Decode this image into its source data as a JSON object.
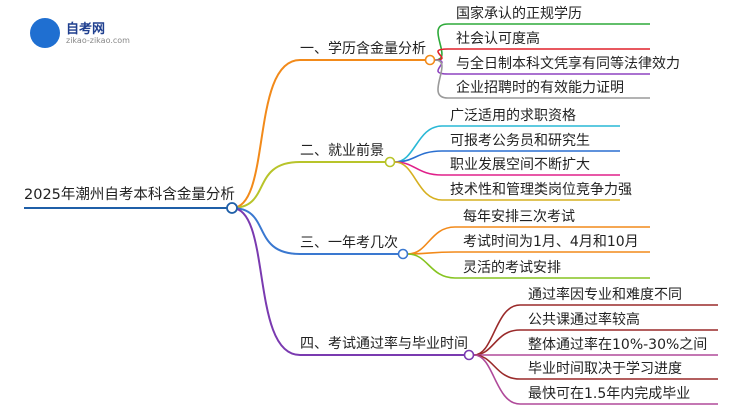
{
  "logo": {
    "title": "自考网",
    "url": "zikao-zikao.com"
  },
  "root": {
    "label": "2025年潮州自考本科含金量分析"
  },
  "branches": [
    {
      "label": "一、学历含金量分析",
      "color": "#f28a1a",
      "children": [
        {
          "label": "国家承认的正规学历",
          "color": "#2eaa3a"
        },
        {
          "label": "社会认可度高",
          "color": "#e0202a"
        },
        {
          "label": "与全日制本科文凭享有同等法律效力",
          "color": "#8e44c0"
        },
        {
          "label": "企业招聘时的有效能力证明",
          "color": "#9a9a9a"
        }
      ]
    },
    {
      "label": "二、就业前景",
      "color": "#b8c42a",
      "children": [
        {
          "label": "广泛适用的求职资格",
          "color": "#29b8d6"
        },
        {
          "label": "可报考公务员和研究生",
          "color": "#2a6fd0"
        },
        {
          "label": "职业发展空间不断扩大",
          "color": "#e0208a"
        },
        {
          "label": "技术性和管理类岗位竞争力强",
          "color": "#d6b020"
        }
      ]
    },
    {
      "label": "三、一年考几次",
      "color": "#3a78d0",
      "children": [
        {
          "label": "每年安排三次考试",
          "color": "#f28a1a"
        },
        {
          "label": "考试时间为1月、4月和10月",
          "color": "#f28a1a"
        },
        {
          "label": "灵活的考试安排",
          "color": "#86c420"
        }
      ]
    },
    {
      "label": "四、考试通过率与毕业时间",
      "color": "#7a3ab0",
      "children": [
        {
          "label": "通过率因专业和难度不同",
          "color": "#9a2a2a"
        },
        {
          "label": "公共课通过率较高",
          "color": "#9a2a2a"
        },
        {
          "label": "整体通过率在10%-30%之间",
          "color": "#b04a9a"
        },
        {
          "label": "毕业时间取决于学习进度",
          "color": "#9a2a2a"
        },
        {
          "label": "最快可在1.5年内完成毕业",
          "color": "#b04a9a"
        }
      ]
    }
  ]
}
